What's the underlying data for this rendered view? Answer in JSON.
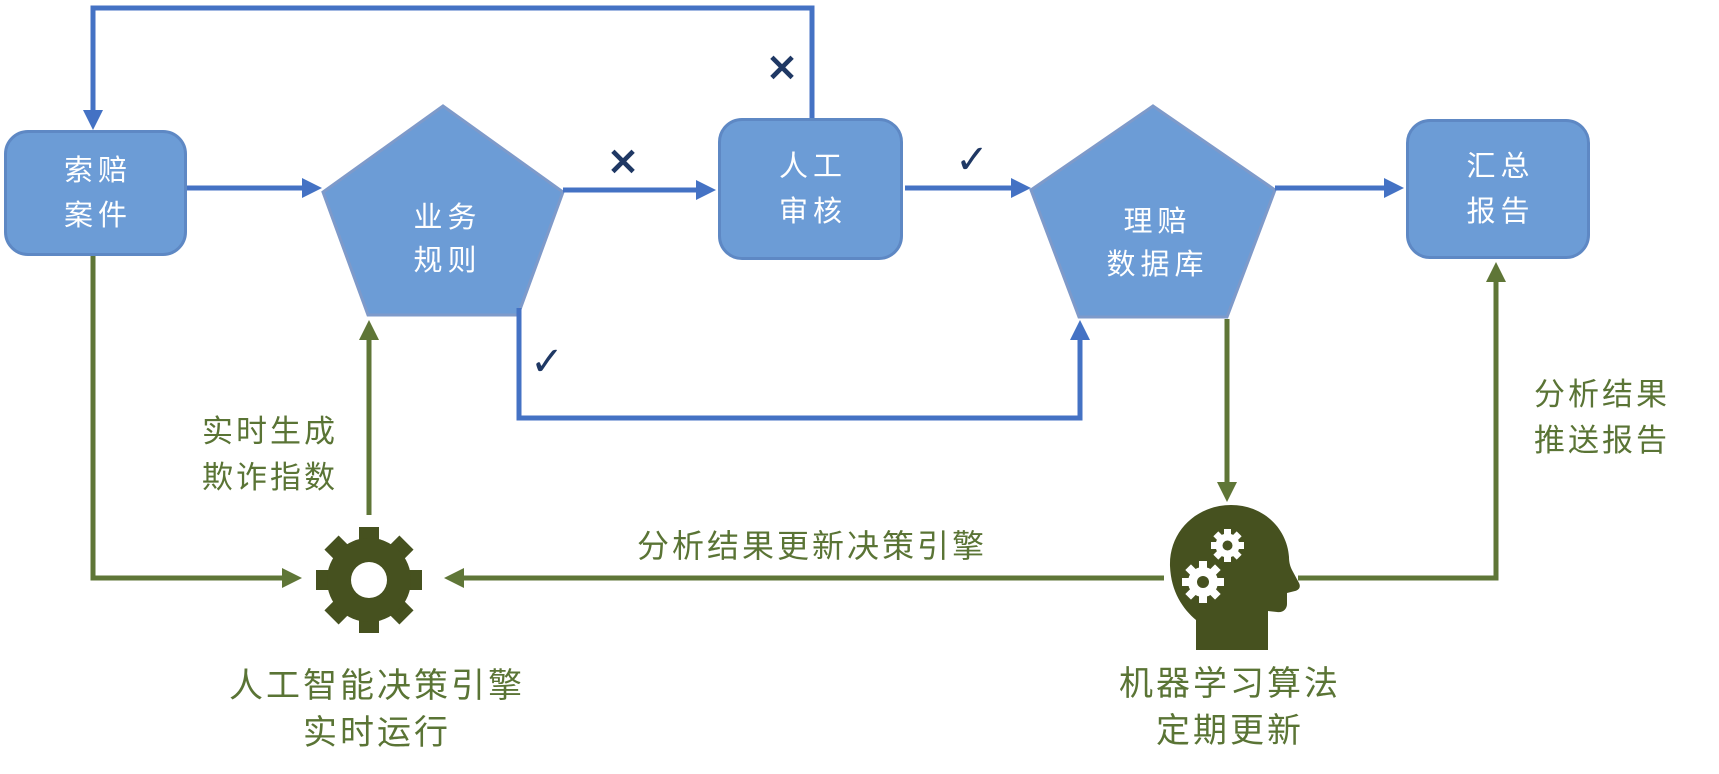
{
  "diagram": {
    "nodes": {
      "claim_case": {
        "lines": [
          "索赔",
          "案件"
        ]
      },
      "business_rules": {
        "lines": [
          "业务",
          "规则"
        ]
      },
      "manual_review": {
        "lines": [
          "人工",
          "审核"
        ]
      },
      "claims_db": {
        "lines": [
          "理赔",
          "数据库"
        ]
      },
      "summary_report": {
        "lines": [
          "汇总",
          "报告"
        ]
      }
    },
    "marks": {
      "reject": "×",
      "approve": "✓"
    },
    "labels": {
      "realtime_fraud": {
        "lines": [
          "实时生成",
          "欺诈指数"
        ]
      },
      "update_engine": "分析结果更新决策引擎",
      "push_report": {
        "lines": [
          "分析结果",
          "推送报告"
        ]
      },
      "ai_engine": {
        "lines": [
          "人工智能决策引擎",
          "实时运行"
        ]
      },
      "ml_algorithm": {
        "lines": [
          "机器学习算法",
          "定期更新"
        ]
      }
    },
    "icons": {
      "decision_engine": "gear-icon",
      "machine_learning": "head-with-gears-icon"
    },
    "colors": {
      "shape_fill": "#6C9CD6",
      "shape_border": "#5E88C4",
      "connector_blue": "#4472C4",
      "mark_navy": "#1F3864",
      "flow_green": "#5F7637",
      "text_green": "#5A7435",
      "icon_green": "#46511F",
      "shape_text": "#FFFFFF"
    }
  }
}
